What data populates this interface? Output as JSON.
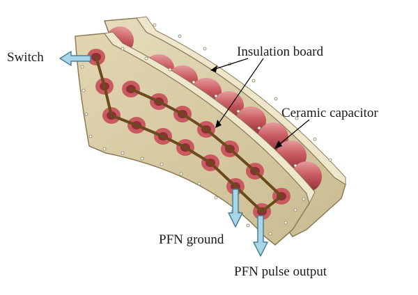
{
  "labels": {
    "switch": "Switch",
    "insulation_board": "Insulation board",
    "ceramic_capacitor": "Ceramic capacitor",
    "pfn_ground": "PFN ground",
    "pfn_pulse_output": "PFN pulse output"
  },
  "colors": {
    "board_fill": "#d8cba4",
    "board_edge": "#8a7a55",
    "capacitor": "#c85a60",
    "capacitor_hole": "#8e2f36",
    "wire": "#6b4a1e",
    "arrow_fill": "#a9d6e6",
    "arrow_edge": "#4c7f95"
  }
}
